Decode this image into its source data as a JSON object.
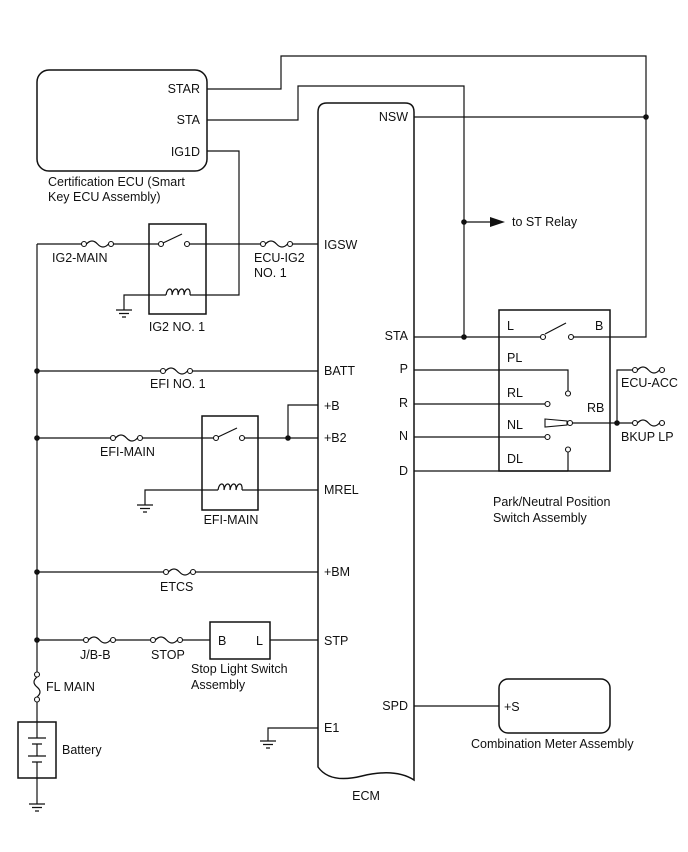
{
  "components": {
    "cert_ecu": {
      "label_line1": "Certification ECU (Smart",
      "label_line2": "Key ECU Assembly)",
      "pins": {
        "star": "STAR",
        "sta": "STA",
        "ig1d": "IG1D"
      }
    },
    "ecm": {
      "label": "ECM",
      "left_pins": {
        "igsw": "IGSW",
        "batt": "BATT",
        "b": "+B",
        "b2": "+B2",
        "mrel": "MREL",
        "bm": "+BM",
        "stp": "STP",
        "e1": "E1"
      },
      "right_pins": {
        "nsw": "NSW",
        "sta": "STA",
        "p": "P",
        "r": "R",
        "n": "N",
        "d": "D",
        "spd": "SPD"
      }
    },
    "pnp_switch": {
      "label_line1": "Park/Neutral Position",
      "label_line2": "Switch Assembly",
      "pins": {
        "l": "L",
        "b": "B",
        "pl": "PL",
        "rl": "RL",
        "nl": "NL",
        "dl": "DL",
        "rb": "RB"
      }
    },
    "stop_switch": {
      "label_line1": "Stop Light Switch",
      "label_line2": "Assembly",
      "pins": {
        "b": "B",
        "l": "L"
      }
    },
    "meter": {
      "label": "Combination Meter Assembly",
      "pin": "+S"
    },
    "battery": {
      "label": "Battery"
    },
    "relays": {
      "ig2_no1": "IG2 NO. 1",
      "efi_main": "EFI-MAIN"
    }
  },
  "fuses": {
    "ig2_main": "IG2-MAIN",
    "ecu_ig2_line1": "ECU-IG2",
    "ecu_ig2_line2": "NO. 1",
    "efi_no1": "EFI NO. 1",
    "efi_main": "EFI-MAIN",
    "etcs": "ETCS",
    "jb_b": "J/B-B",
    "stop": "STOP",
    "fl_main": "FL MAIN",
    "ecu_acc": "ECU-ACC",
    "bkup_lp": "BKUP LP"
  },
  "annotations": {
    "to_st_relay": "to ST Relay"
  }
}
